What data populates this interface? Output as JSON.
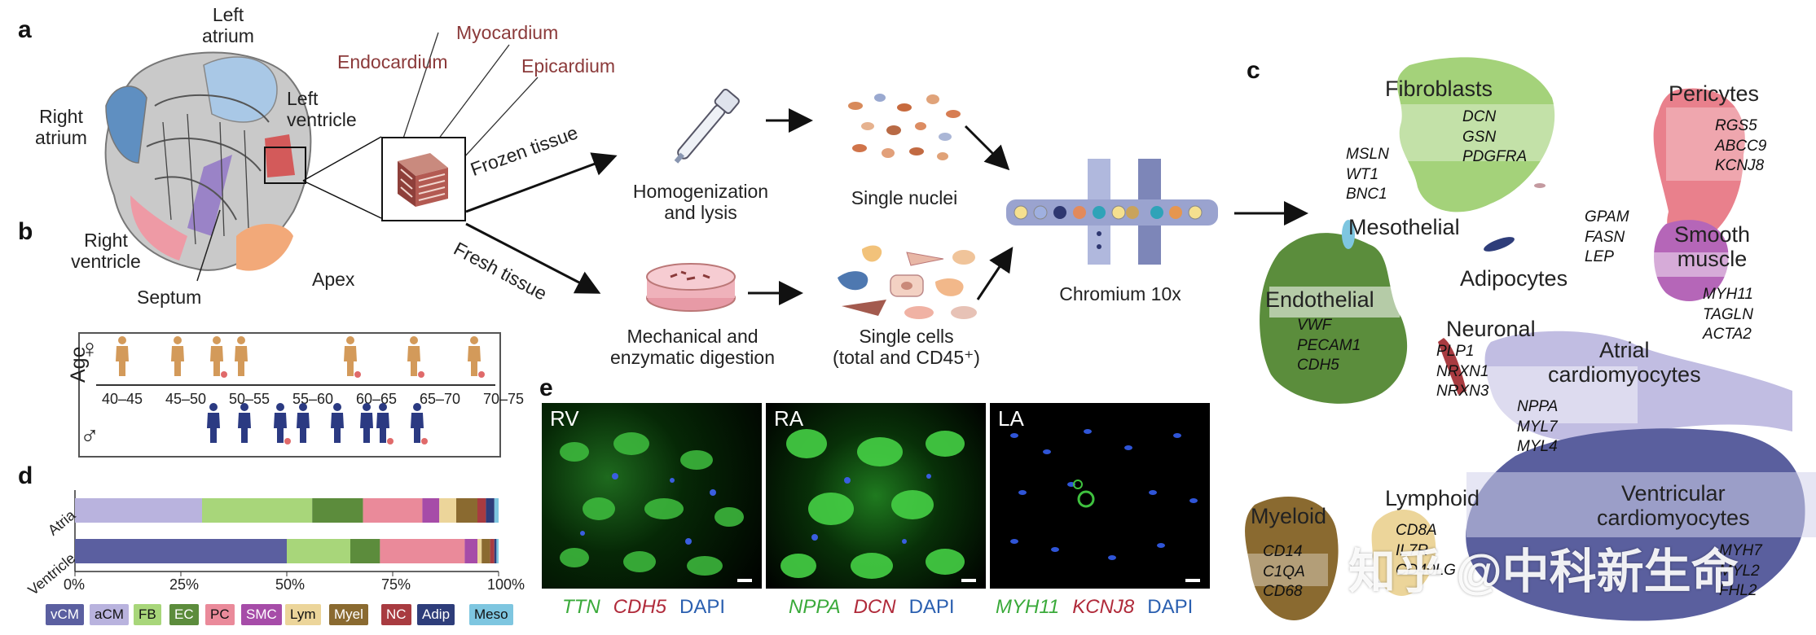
{
  "panel_labels": {
    "a": "a",
    "b": "b",
    "c": "c",
    "d": "d",
    "e": "e"
  },
  "heart": {
    "left_atrium": "Left\natrium",
    "right_atrium": "Right\natrium",
    "left_ventricle": "Left\nventricle",
    "right_ventricle": "Right\nventricle",
    "septum": "Septum",
    "apex": "Apex",
    "endocardium": "Endocardium",
    "myocardium": "Myocardium",
    "epicardium": "Epicardium"
  },
  "workflow": {
    "frozen": "Frozen tissue",
    "fresh": "Fresh tissue",
    "homog": "Homogenization\nand lysis",
    "nuclei": "Single nuclei",
    "mech": "Mechanical and\nenzymatic digestion",
    "cells": "Single cells\n(total and CD45⁺)",
    "chromium": "Chromium 10x"
  },
  "age": {
    "axis_label": "Age",
    "female_symbol": "♀",
    "male_symbol": "♂",
    "bins": [
      "40–45",
      "45–50",
      "50–55",
      "55–60",
      "60–65",
      "65–70",
      "70–75"
    ]
  },
  "chart_data": {
    "type": "bar",
    "categories": [
      "Atria",
      "Ventricle"
    ],
    "xlim": [
      0,
      100
    ],
    "xticks": [
      "0%",
      "25%",
      "50%",
      "75%",
      "100%"
    ],
    "series": [
      {
        "name": "vCM",
        "color": "#5b5fa0",
        "values": [
          0,
          50
        ]
      },
      {
        "name": "aCM",
        "color": "#b9b3de",
        "values": [
          30,
          0
        ]
      },
      {
        "name": "FB",
        "color": "#a8d67a",
        "values": [
          26,
          15
        ]
      },
      {
        "name": "EC",
        "color": "#5c8c3c",
        "values": [
          12,
          7
        ]
      },
      {
        "name": "PC",
        "color": "#ea8a9a",
        "values": [
          14,
          20
        ]
      },
      {
        "name": "SMC",
        "color": "#a64ca8",
        "values": [
          4,
          3
        ]
      },
      {
        "name": "Lym",
        "color": "#ecd59a",
        "values": [
          4,
          1
        ]
      },
      {
        "name": "Myel",
        "color": "#8a6a30",
        "values": [
          5,
          2
        ]
      },
      {
        "name": "NC",
        "color": "#a83b40",
        "values": [
          2,
          1
        ]
      },
      {
        "name": "Adip",
        "color": "#2e3d7a",
        "values": [
          2,
          0.5
        ]
      },
      {
        "name": "Meso",
        "color": "#7ec6e0",
        "values": [
          1,
          0.5
        ]
      }
    ]
  },
  "umap": {
    "fibroblasts": {
      "label": "Fibroblasts",
      "genes": "DCN\nGSN\nPDGFRA"
    },
    "pericytes": {
      "label": "Pericytes",
      "genes": "RGS5\nABCC9\nKCNJ8"
    },
    "mesothelial": {
      "label": "Mesothelial",
      "genes": "MSLN\nWT1\nBNC1"
    },
    "adipocytes": {
      "label": "Adipocytes",
      "genes": "GPAM\nFASN\nLEP"
    },
    "smooth": {
      "label": "Smooth\nmuscle",
      "genes": "MYH11\nTAGLN\nACTA2"
    },
    "endothelial": {
      "label": "Endothelial",
      "genes": "VWF\nPECAM1\nCDH5"
    },
    "neuronal": {
      "label": "Neuronal",
      "genes": "PLP1\nNRXN1\nNRXN3"
    },
    "atrial": {
      "label": "Atrial\ncardiomyocytes",
      "genes": "NPPA\nMYL7\nMYL4"
    },
    "ventricular": {
      "label": "Ventricular\ncardiomyocytes",
      "genes": "MYH7\nMYL2\nFHL2"
    },
    "myeloid": {
      "label": "Myeloid",
      "genes": "CD14\nC1QA\nCD68"
    },
    "lymphoid": {
      "label": "Lymphoid",
      "genes": "CD8A\nIL7R\nCD40LG"
    }
  },
  "micro": {
    "rv": {
      "title": "RV",
      "g1": "TTN",
      "g2": "CDH5",
      "dapi": "DAPI"
    },
    "ra": {
      "title": "RA",
      "g1": "NPPA",
      "g2": "DCN",
      "dapi": "DAPI"
    },
    "la": {
      "title": "LA",
      "g1": "MYH11",
      "g2": "KCNJ8",
      "dapi": "DAPI"
    }
  },
  "watermark": "知乎 @中科新生命"
}
